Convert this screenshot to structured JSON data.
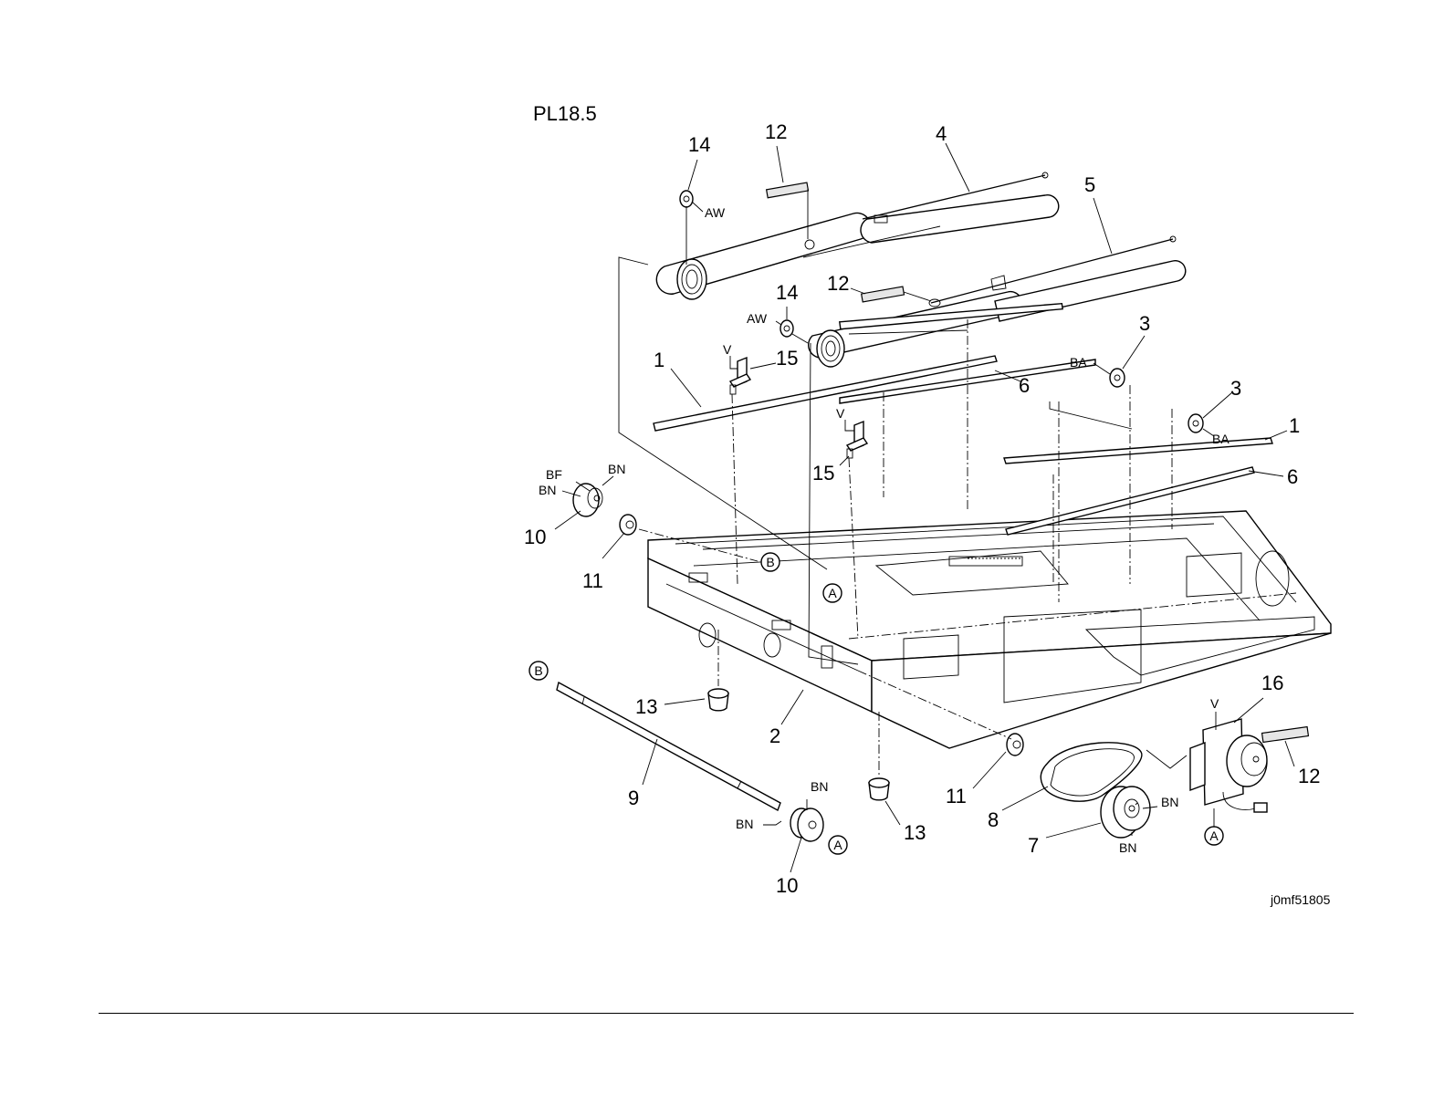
{
  "plate": {
    "title": "PL18.5",
    "figure_id": "j0mf51805"
  },
  "callouts": [
    {
      "id": "c14a",
      "text": "14"
    },
    {
      "id": "c12a",
      "text": "12"
    },
    {
      "id": "c4",
      "text": "4"
    },
    {
      "id": "c5",
      "text": "5"
    },
    {
      "id": "c12b",
      "text": "12"
    },
    {
      "id": "c14b",
      "text": "14"
    },
    {
      "id": "c3a",
      "text": "3"
    },
    {
      "id": "c1a",
      "text": "1"
    },
    {
      "id": "c15a",
      "text": "15"
    },
    {
      "id": "c6a",
      "text": "6"
    },
    {
      "id": "c3b",
      "text": "3"
    },
    {
      "id": "c1b",
      "text": "1"
    },
    {
      "id": "c6b",
      "text": "6"
    },
    {
      "id": "c15b",
      "text": "15"
    },
    {
      "id": "c10a",
      "text": "10"
    },
    {
      "id": "c11a",
      "text": "11"
    },
    {
      "id": "c13a",
      "text": "13"
    },
    {
      "id": "c2",
      "text": "2"
    },
    {
      "id": "c9",
      "text": "9"
    },
    {
      "id": "c10b",
      "text": "10"
    },
    {
      "id": "c13b",
      "text": "13"
    },
    {
      "id": "c11b",
      "text": "11"
    },
    {
      "id": "c8",
      "text": "8"
    },
    {
      "id": "c7",
      "text": "7"
    },
    {
      "id": "c16",
      "text": "16"
    },
    {
      "id": "c12c",
      "text": "12"
    }
  ],
  "codes": [
    {
      "id": "k1",
      "text": "AW"
    },
    {
      "id": "k2",
      "text": "AW"
    },
    {
      "id": "k3",
      "text": "BA"
    },
    {
      "id": "k4",
      "text": "BA"
    },
    {
      "id": "k5",
      "text": "V"
    },
    {
      "id": "k6",
      "text": "V"
    },
    {
      "id": "k7",
      "text": "V"
    },
    {
      "id": "k8",
      "text": "BF"
    },
    {
      "id": "k9",
      "text": "BN"
    },
    {
      "id": "k10",
      "text": "BN"
    },
    {
      "id": "k11",
      "text": "BN"
    },
    {
      "id": "k12",
      "text": "BN"
    },
    {
      "id": "k13",
      "text": "BN"
    },
    {
      "id": "k14",
      "text": "BN"
    }
  ],
  "connectors": [
    {
      "id": "cB1",
      "text": "B"
    },
    {
      "id": "cA1",
      "text": "A"
    },
    {
      "id": "cB2",
      "text": "B"
    },
    {
      "id": "cA2",
      "text": "A"
    },
    {
      "id": "cA3",
      "text": "A"
    }
  ]
}
